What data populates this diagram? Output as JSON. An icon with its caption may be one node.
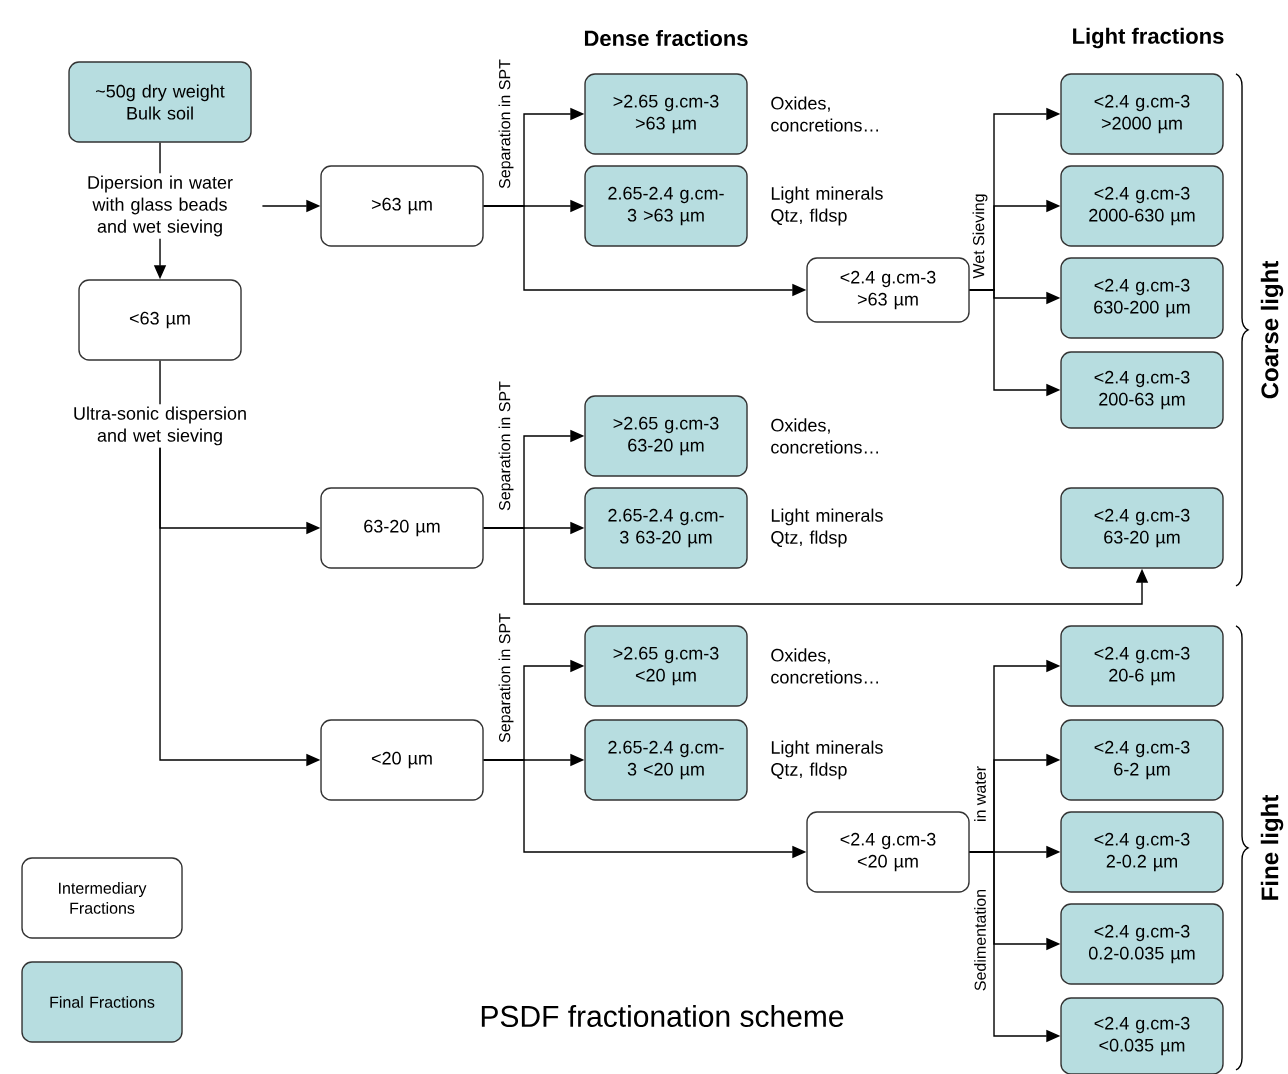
{
  "diagram": {
    "title": "PSDF fractionation scheme",
    "nodes": [
      {
        "text": [
          "~50g dry weight Bulk soil"
        ]
      },
      {
        "text": [
          "Dipersion in water with glass beads and wet sieving"
        ]
      },
      {
        "text": [
          "<63 µm"
        ]
      },
      {
        "text": [
          "Ultra-sonic dispersion and wet sieving"
        ]
      },
      {
        "text": [
          ">63 µm"
        ]
      },
      {
        "text": [
          "63-20 µm"
        ]
      },
      {
        "text": [
          "<20 µm"
        ]
      },
      {
        "text": [
          ">2.65 g.cm-3 >63 µm"
        ],
        "beside": [
          "Oxides, concretions…"
        ]
      },
      {
        "text": [
          "2.65-2.4 g.cm-3 >63 µm"
        ],
        "beside": [
          "Light minerals Qtz, fldsp"
        ]
      },
      {
        "text": [
          "<2.4 g.cm-3 >63 µm"
        ]
      },
      {
        "text": [
          "<2.4 g.cm-3 >2000 µm"
        ]
      },
      {
        "text": [
          "<2.4 g.cm-3 2000-630 µm"
        ]
      },
      {
        "text": [
          "<2.4 g.cm-3 630-200 µm"
        ]
      },
      {
        "text": [
          "<2.4 g.cm-3 200-63 µm"
        ]
      },
      {
        "text": [
          ">2.65 g.cm-3 63-20 µm"
        ],
        "beside": [
          "Oxides, concretions…"
        ]
      },
      {
        "text": [
          "2.65-2.4 g.cm-3 63-20 µm"
        ],
        "beside": [
          "Light minerals Qtz, fldsp"
        ]
      },
      {
        "text": [
          "<2.4 g.cm-3 63-20 µm"
        ]
      },
      {
        "text": [
          ">2.65 g.cm-3 <20 µm"
        ],
        "beside": [
          "Oxides, concretions…"
        ]
      },
      {
        "text": [
          "2.65-2.4 g.cm-3 <20 µm"
        ],
        "beside": [
          "Light minerals Qtz, fldsp"
        ]
      },
      {
        "text": [
          "<2.4 g.cm-3 <20 µm"
        ]
      },
      {
        "text": [
          "<2.4 g.cm-3 20-6 µm"
        ]
      },
      {
        "text": [
          "<2.4 g.cm-3 6-2 µm"
        ]
      },
      {
        "text": [
          "<2.4 g.cm-3 2-0.2 µm"
        ]
      },
      {
        "text": [
          "<2.4 g.cm-3 0.2-0.035 µm"
        ]
      },
      {
        "text": [
          "<2.4 g.cm-3 <0.035 µm"
        ]
      }
    ],
    "edges": [
      {
        "from": 0,
        "to": 1,
        "arrow": "none"
      },
      {
        "from": 1,
        "to": 2,
        "arrow": "to"
      },
      {
        "from": 1,
        "to": 4,
        "arrow": "to"
      },
      {
        "from": 2,
        "to": 3,
        "arrow": "none"
      },
      {
        "from": 3,
        "to": 5,
        "arrow": "to"
      },
      {
        "from": 3,
        "to": 6,
        "arrow": "to"
      },
      {
        "from": 4,
        "to": 7,
        "arrow": "to"
      },
      {
        "from": 4,
        "to": 8,
        "arrow": "to"
      },
      {
        "from": 4,
        "to": 9,
        "arrow": "to"
      },
      {
        "from": 9,
        "to": 10,
        "arrow": "to"
      },
      {
        "from": 9,
        "to": 11,
        "arrow": "to"
      },
      {
        "from": 9,
        "to": 12,
        "arrow": "to"
      },
      {
        "from": 9,
        "to": 13,
        "arrow": "to"
      },
      {
        "from": 5,
        "to": 14,
        "arrow": "to"
      },
      {
        "from": 5,
        "to": 15,
        "arrow": "to"
      },
      {
        "from": 5,
        "to": 16,
        "arrow": "to"
      },
      {
        "from": 6,
        "to": 17,
        "arrow": "to"
      },
      {
        "from": 6,
        "to": 18,
        "arrow": "to"
      },
      {
        "from": 6,
        "to": 19,
        "arrow": "to"
      },
      {
        "from": 19,
        "to": 20,
        "arrow": "to"
      },
      {
        "from": 19,
        "to": 21,
        "arrow": "to"
      },
      {
        "from": 19,
        "to": 22,
        "arrow": "to"
      },
      {
        "from": 19,
        "to": 23,
        "arrow": "to"
      },
      {
        "from": 19,
        "to": 24,
        "arrow": "to"
      }
    ],
    "labels": [
      "Dense fractions",
      "Light fractions",
      "Separation in SPT",
      "Wet Sieving",
      "Separation in SPT",
      "Separation in SPT",
      "in water",
      "Sedimentation",
      "Coarse light",
      "Fine light"
    ],
    "legend": [
      {
        "text": "Intermediary Fractions"
      },
      {
        "text": "Final Fractions",
        "color": "#b7dde0"
      }
    ]
  }
}
